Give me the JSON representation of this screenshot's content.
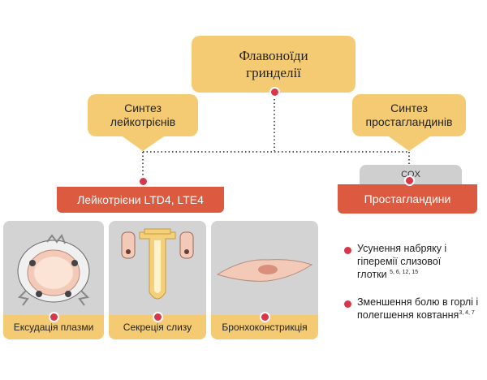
{
  "title": {
    "line1": "Флавоноїди",
    "line2": "гринделії"
  },
  "synth_left": {
    "line1": "Синтез",
    "line2": "лейкотрієнів"
  },
  "synth_right": {
    "line1": "Синтез",
    "line2": "простагландинів"
  },
  "leukotrienes_bar": "Лейкотрієни LTD4, LTE4",
  "cox_label": "COX",
  "prostaglandins_bar": "Простагландини",
  "panels": [
    {
      "label": "Ексудація плазми"
    },
    {
      "label": "Секреція слизу"
    },
    {
      "label": "Бронхоконстрикція"
    }
  ],
  "effects": [
    {
      "lines": [
        "Усунення набряку і",
        "гіперемії слизової",
        "глотки"
      ],
      "refs": "5, 6, 12, 15"
    },
    {
      "lines": [
        "Зменшення болю в горлі і",
        "полегшення ковтання"
      ],
      "refs": "3, 4, 7"
    }
  ],
  "colors": {
    "yellow": "#f4cb72",
    "orange": "#dc5a3f",
    "red_dot": "#d8374a",
    "grey_panel": "#d3d3d3"
  }
}
